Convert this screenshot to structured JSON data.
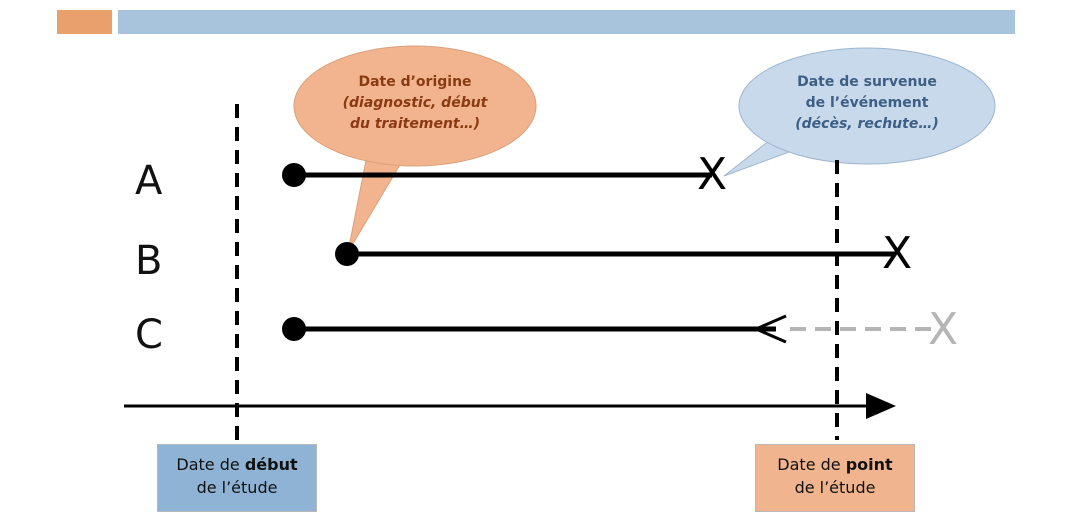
{
  "header": {
    "accent_color": "#e8a06c",
    "bar_color": "#a8c4dd"
  },
  "rows": [
    {
      "label": "A"
    },
    {
      "label": "B"
    },
    {
      "label": "C"
    }
  ],
  "bubble_origin": {
    "title": "Date d’origine",
    "subtitle_line1": "(diagnostic, début",
    "subtitle_line2": "du traitement…)"
  },
  "bubble_event": {
    "title_line1": "Date de survenue",
    "title_line2": "de l’événement",
    "subtitle": "(décès, rechute…)"
  },
  "box_start": {
    "prefix": "Date de ",
    "bold": "début",
    "line2": "de l’étude"
  },
  "box_end": {
    "prefix": "Date de ",
    "bold": "point",
    "line2": "de l’étude"
  },
  "markers": {
    "event": "X",
    "censor": "<"
  },
  "colors": {
    "orange_bubble": "#f2b48e",
    "blue_bubble": "#c7d9ea",
    "censored_gray": "#b5b5b5"
  }
}
